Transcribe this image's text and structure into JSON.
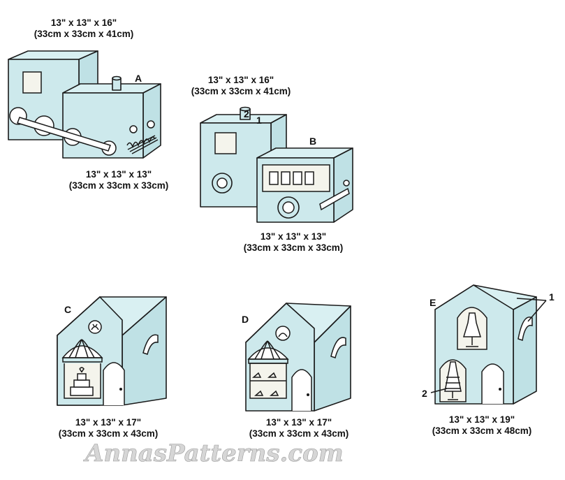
{
  "labels": {
    "a_top": [
      "13\" x 13\" x 16\"",
      "(33cm x 33cm x 41cm)"
    ],
    "a_bottom": [
      "13\" x 13\" x 13\"",
      "(33cm x 33cm x 33cm)"
    ],
    "b_top": [
      "13\" x 13\" x 16\"",
      "(33cm x 33cm x 41cm)"
    ],
    "b_bottom": [
      "13\" x 13\" x 13\"",
      "(33cm x 33cm x 33cm)"
    ],
    "c": [
      "13\" x 13\" x 17\"",
      "(33cm x 33cm x 43cm)"
    ],
    "d": [
      "13\" x 13\" x 17\"",
      "(33cm x 33cm x 43cm)"
    ],
    "e": [
      "13\" x 13\" x 19\"",
      "(33cm x 33cm x 48cm)"
    ]
  },
  "tags": {
    "a": "A",
    "b": "B",
    "c": "C",
    "d": "D",
    "e": "E"
  },
  "callouts": {
    "b_chimney": "2",
    "b_one": "1",
    "e_one": "1",
    "e_two": "2"
  },
  "watermark": "AnnasPatterns.com",
  "colors": {
    "fill": "#cde9ec",
    "stroke": "#1a1a1a",
    "watermark": "#d6d6d6"
  }
}
